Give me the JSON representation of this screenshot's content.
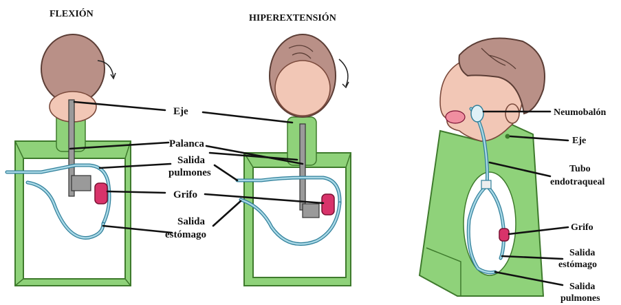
{
  "titles": {
    "flexion": "FLEXIÓN",
    "hyperextension": "HIPEREXTENSIÓN"
  },
  "labels": {
    "eje_center": "Eje",
    "palanca": "Palanca",
    "salida_pulmones_center_1": "Salida",
    "salida_pulmones_center_2": "pulmones",
    "grifo_center": "Grifo",
    "salida_estomago_center_1": "Salida",
    "salida_estomago_center_2": "estómago",
    "neumobalon": "Neumobalón",
    "eje_right": "Eje",
    "tubo_1": "Tubo",
    "tubo_2": "endotraqueal",
    "grifo_right": "Grifo",
    "salida_estomago_right_1": "Salida",
    "salida_estomago_right_2": "estómago",
    "salida_pulmones_right_1": "Salida",
    "salida_pulmones_right_2": "pulmones"
  },
  "colors": {
    "box_green": "#8fd27a",
    "tube_blue": "#2f7f9a",
    "valve_pink": "#d8336a",
    "hair_brown": "#b99087"
  }
}
